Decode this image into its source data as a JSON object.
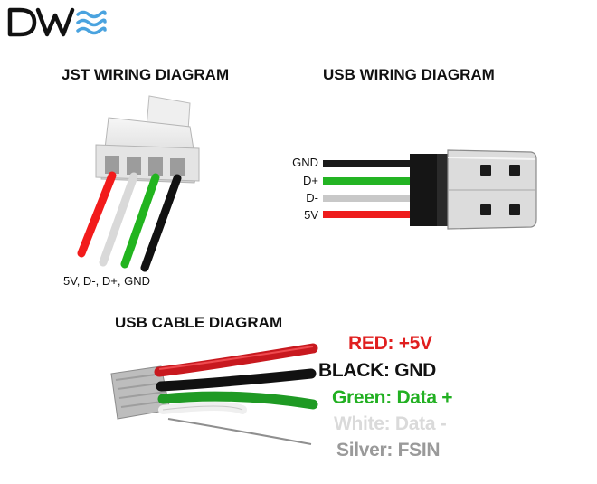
{
  "logo": {
    "text": "DW",
    "icon": "waves-icon",
    "accent": "#4aa3df"
  },
  "jst": {
    "title": "JST WIRING DIAGRAM",
    "pin_caption": "5V, D-, D+, GND",
    "wire_colors": [
      "#f21b1b",
      "#d9d9d9",
      "#22b41f",
      "#111111"
    ]
  },
  "usb": {
    "title": "USB WIRING DIAGRAM",
    "pins": [
      {
        "label": "GND",
        "color": "#1a1a1a"
      },
      {
        "label": "D+",
        "color": "#23b423"
      },
      {
        "label": "D-",
        "color": "#c8c8c8"
      },
      {
        "label": "5V",
        "color": "#ee1c1c"
      }
    ]
  },
  "cable": {
    "title": "USB CABLE DIAGRAM",
    "legend": [
      {
        "key": "RED:",
        "value": "+5V",
        "color": "#e01f1f"
      },
      {
        "key": "BLACK:",
        "value": "GND",
        "color": "#111111"
      },
      {
        "key": "Green:",
        "value": "Data +",
        "color": "#22b022"
      },
      {
        "key": "White:",
        "value": "Data -",
        "color": "#dadada"
      },
      {
        "key": "Silver:",
        "value": "FSIN",
        "color": "#9a9a9a"
      }
    ]
  }
}
